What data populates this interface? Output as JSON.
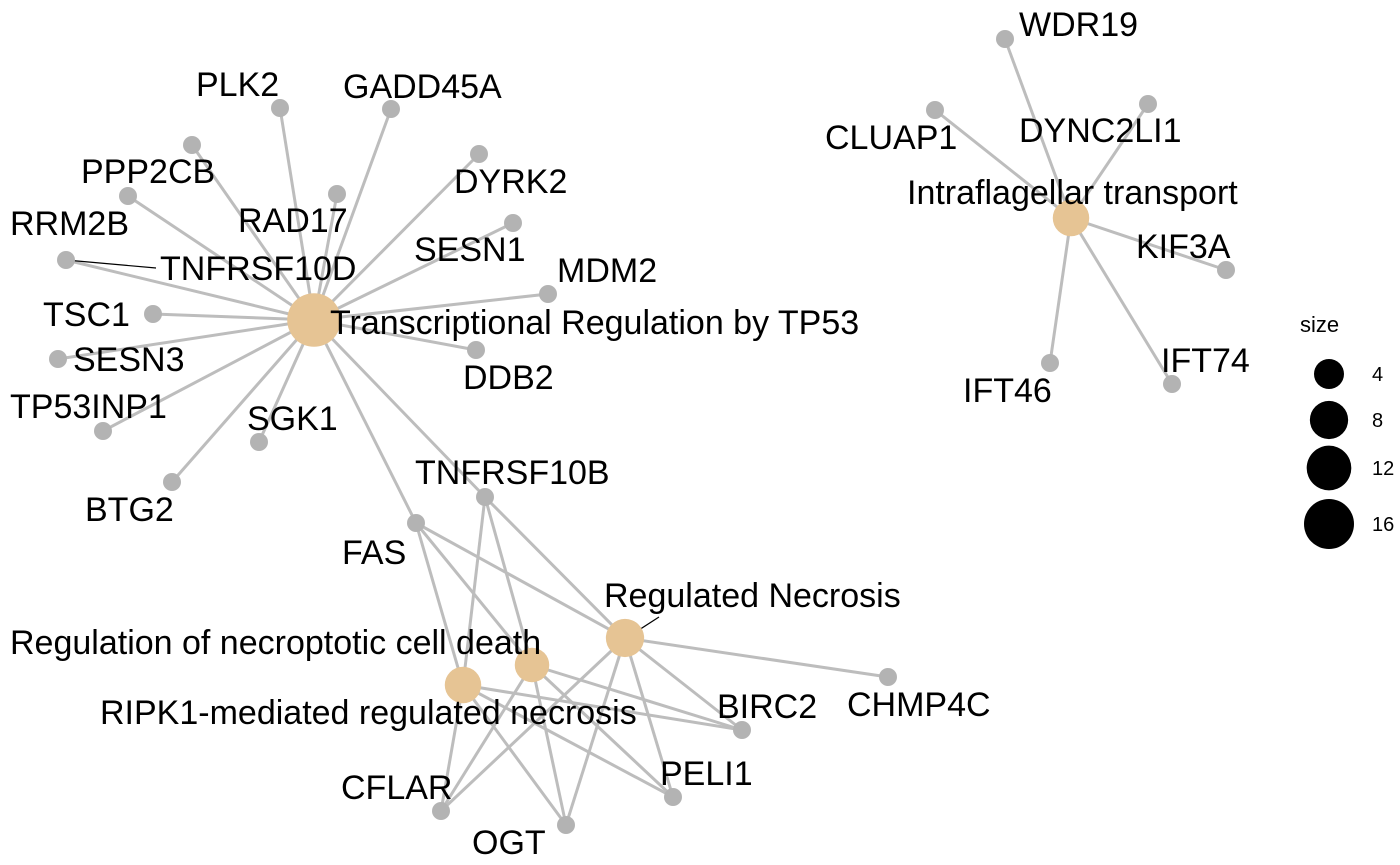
{
  "colors": {
    "edge": "#bdbdbd",
    "gene_node": "#b3b3b3",
    "category_node": "#e6c494",
    "legend_dot": "#000000",
    "text": "#000000"
  },
  "categories": [
    {
      "id": "c1",
      "label": "Transcriptional Regulation by TP53",
      "size": 19
    },
    {
      "id": "c2",
      "label": "Intraflagellar transport",
      "size": 7
    },
    {
      "id": "c3",
      "label": "Regulated Necrosis",
      "size": 8
    },
    {
      "id": "c4",
      "label": "Regulation of necroptotic cell death",
      "size": 6
    },
    {
      "id": "c5",
      "label": "RIPK1-mediated regulated necrosis",
      "size": 7
    }
  ],
  "genes": [
    {
      "id": "PLK2",
      "label": "PLK2"
    },
    {
      "id": "GADD45A",
      "label": "GADD45A"
    },
    {
      "id": "PPP2CB",
      "label": "PPP2CB"
    },
    {
      "id": "RAD17",
      "label": "RAD17"
    },
    {
      "id": "DYRK2",
      "label": "DYRK2"
    },
    {
      "id": "RRM2B",
      "label": "RRM2B"
    },
    {
      "id": "TNFRSF10D",
      "label": "TNFRSF10D"
    },
    {
      "id": "SESN1",
      "label": "SESN1"
    },
    {
      "id": "MDM2",
      "label": "MDM2"
    },
    {
      "id": "TSC1",
      "label": "TSC1"
    },
    {
      "id": "SESN3",
      "label": "SESN3"
    },
    {
      "id": "DDB2",
      "label": "DDB2"
    },
    {
      "id": "TP53INP1",
      "label": "TP53INP1"
    },
    {
      "id": "SGK1",
      "label": "SGK1"
    },
    {
      "id": "BTG2",
      "label": "BTG2"
    },
    {
      "id": "TNFRSF10B",
      "label": "TNFRSF10B"
    },
    {
      "id": "FAS",
      "label": "FAS"
    },
    {
      "id": "CHMP4C",
      "label": "CHMP4C"
    },
    {
      "id": "BIRC2",
      "label": "BIRC2"
    },
    {
      "id": "PELI1",
      "label": "PELI1"
    },
    {
      "id": "CFLAR",
      "label": "CFLAR"
    },
    {
      "id": "OGT",
      "label": "OGT"
    },
    {
      "id": "WDR19",
      "label": "WDR19"
    },
    {
      "id": "CLUAP1",
      "label": "CLUAP1"
    },
    {
      "id": "DYNC2LI1",
      "label": "DYNC2LI1"
    },
    {
      "id": "KIF3A",
      "label": "KIF3A"
    },
    {
      "id": "IFT46",
      "label": "IFT46"
    },
    {
      "id": "IFT74",
      "label": "IFT74"
    }
  ],
  "edges": [
    [
      "c1",
      "PLK2"
    ],
    [
      "c1",
      "GADD45A"
    ],
    [
      "c1",
      "PPP2CB"
    ],
    [
      "c1",
      "RAD17"
    ],
    [
      "c1",
      "DYRK2"
    ],
    [
      "c1",
      "RRM2B"
    ],
    [
      "c1",
      "TNFRSF10D"
    ],
    [
      "c1",
      "SESN1"
    ],
    [
      "c1",
      "MDM2"
    ],
    [
      "c1",
      "TSC1"
    ],
    [
      "c1",
      "SESN3"
    ],
    [
      "c1",
      "DDB2"
    ],
    [
      "c1",
      "TP53INP1"
    ],
    [
      "c1",
      "SGK1"
    ],
    [
      "c1",
      "BTG2"
    ],
    [
      "c1",
      "TNFRSF10B"
    ],
    [
      "c1",
      "FAS"
    ],
    [
      "c2",
      "WDR19"
    ],
    [
      "c2",
      "CLUAP1"
    ],
    [
      "c2",
      "DYNC2LI1"
    ],
    [
      "c2",
      "KIF3A"
    ],
    [
      "c2",
      "IFT46"
    ],
    [
      "c2",
      "IFT74"
    ],
    [
      "c3",
      "FAS"
    ],
    [
      "c3",
      "TNFRSF10B"
    ],
    [
      "c3",
      "CHMP4C"
    ],
    [
      "c3",
      "BIRC2"
    ],
    [
      "c3",
      "PELI1"
    ],
    [
      "c3",
      "CFLAR"
    ],
    [
      "c3",
      "OGT"
    ],
    [
      "c4",
      "FAS"
    ],
    [
      "c4",
      "TNFRSF10B"
    ],
    [
      "c4",
      "BIRC2"
    ],
    [
      "c4",
      "PELI1"
    ],
    [
      "c4",
      "CFLAR"
    ],
    [
      "c4",
      "OGT"
    ],
    [
      "c5",
      "FAS"
    ],
    [
      "c5",
      "TNFRSF10B"
    ],
    [
      "c5",
      "BIRC2"
    ],
    [
      "c5",
      "PELI1"
    ],
    [
      "c5",
      "CFLAR"
    ],
    [
      "c5",
      "OGT"
    ]
  ],
  "legend": {
    "title": "size",
    "items": [
      {
        "label": "4",
        "value": 4
      },
      {
        "label": "8",
        "value": 8
      },
      {
        "label": "12",
        "value": 12
      },
      {
        "label": "16",
        "value": 16
      }
    ]
  }
}
